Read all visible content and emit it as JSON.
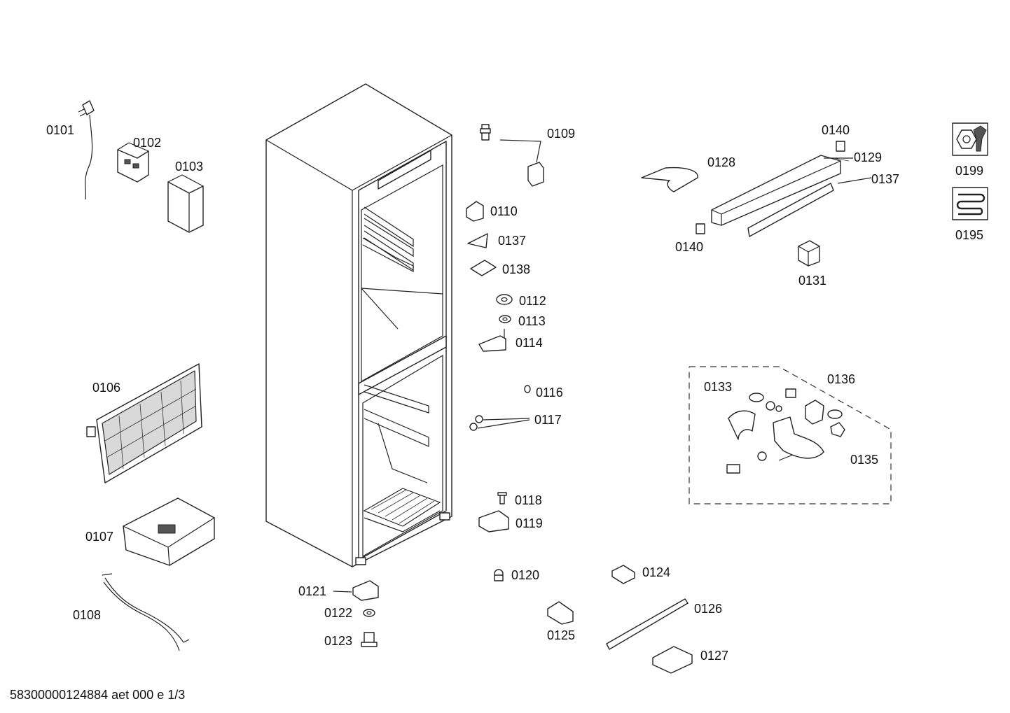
{
  "labels": {
    "p0101": "0101",
    "p0102": "0102",
    "p0103": "0103",
    "p0106": "0106",
    "p0107": "0107",
    "p0108": "0108",
    "p0109": "0109",
    "p0110": "0110",
    "p0137a": "0137",
    "p0138": "0138",
    "p0112": "0112",
    "p0113": "0113",
    "p0114": "0114",
    "p0116": "0116",
    "p0117": "0117",
    "p0118": "0118",
    "p0119": "0119",
    "p0120": "0120",
    "p0121": "0121",
    "p0122": "0122",
    "p0123": "0123",
    "p0124": "0124",
    "p0125": "0125",
    "p0126": "0126",
    "p0127": "0127",
    "p0128": "0128",
    "p0129": "0129",
    "p0137b": "0137",
    "p0140a": "0140",
    "p0140b": "0140",
    "p0131": "0131",
    "p0133": "0133",
    "p0136": "0136",
    "p0135": "0135",
    "p0199": "0199",
    "p0195": "0195"
  },
  "footer": "58300000124884 aet 000 e 1/3",
  "icons": {
    "service": "wrench-nut-icon",
    "heater": "heating-coil-icon"
  }
}
